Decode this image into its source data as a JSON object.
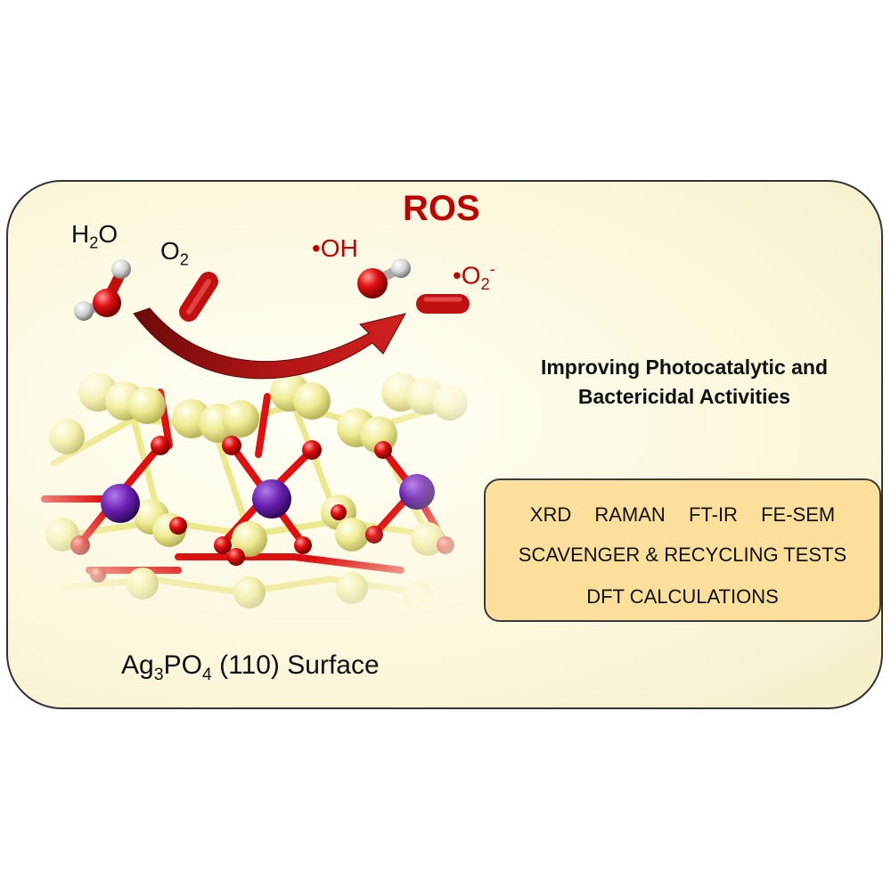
{
  "ros_label": "ROS",
  "reactants": {
    "water": {
      "main": "H",
      "sub": "2",
      "tail": "O"
    },
    "oxygen": {
      "main": "O",
      "sub": "2"
    }
  },
  "products": {
    "hydroxyl": "•OH",
    "superoxide": {
      "main": "•O",
      "sub": "2",
      "sup": "-"
    }
  },
  "headline": {
    "line1": "Improving Photocatalytic and",
    "line2": "Bactericidal Activities"
  },
  "methods": {
    "techniques": [
      "XRD",
      "RAMAN",
      "FT-IR",
      "FE-SEM"
    ],
    "line2": "SCAVENGER & RECYCLING TESTS",
    "line3": "DFT CALCULATIONS"
  },
  "surface_label": {
    "main": "Ag",
    "sub1": "3",
    "mid": "PO",
    "sub2": "4",
    "tail": " (110) Surface"
  },
  "colors": {
    "ros_red": "#c00000",
    "arrow_red": "#a30f0f",
    "panel_bg": "#fbf7dc",
    "methods_bg": "#fbdf9a",
    "oxygen_atom": "#e01010",
    "silver_atom": "#f2ef9a",
    "phosphorus_atom": "#6a1fb0",
    "hydrogen_atom": "#d8d8d8"
  }
}
